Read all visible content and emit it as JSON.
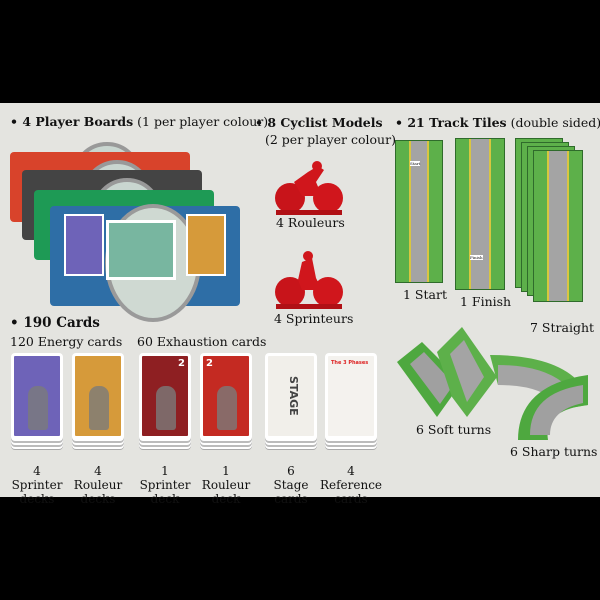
{
  "player_boards": {
    "title": "• 4 Player Boards",
    "subtitle": "(1 per player colour)",
    "colors": [
      "#d8432b",
      "#444444",
      "#1e9a55",
      "#2e6ea6"
    ]
  },
  "cyclists": {
    "title": "• 8 Cyclist Models",
    "subtitle": "(2 per player colour)",
    "rouleurs": "4 Rouleurs",
    "sprinteurs": "4 Sprinteurs",
    "color": "#d0161c"
  },
  "track": {
    "title": "• 21 Track Tiles",
    "subtitle": "(double sided)",
    "start": "1 Start",
    "finish": "1 Finish",
    "straight": "7 Straight",
    "soft": "6 Soft turns",
    "sharp": "6 Sharp turns",
    "start_sign": "Start",
    "finish_sign": "Finish"
  },
  "cards": {
    "title": "• 190 Cards",
    "energy": "120 Energy cards",
    "exhaustion": "60 Exhaustion cards",
    "decks": [
      {
        "count": "4",
        "line1": "Sprinter",
        "line2": "decks",
        "bg": "#6e63b8"
      },
      {
        "count": "4",
        "line1": "Rouleur",
        "line2": "decks",
        "bg": "#d69a3a"
      },
      {
        "count": "1",
        "line1": "Sprinter",
        "line2": "deck",
        "bg": "#8e1f22",
        "value": "2"
      },
      {
        "count": "1",
        "line1": "Rouleur",
        "line2": "deck",
        "bg": "#c42a22",
        "value": "2"
      },
      {
        "count": "6",
        "line1": "Stage",
        "line2": "cards",
        "bg": "#f1efea",
        "text": "STAGE"
      },
      {
        "count": "4",
        "line1": "Reference",
        "line2": "cards",
        "bg": "#f4f2ee",
        "text": "The 3 Phases"
      }
    ]
  }
}
